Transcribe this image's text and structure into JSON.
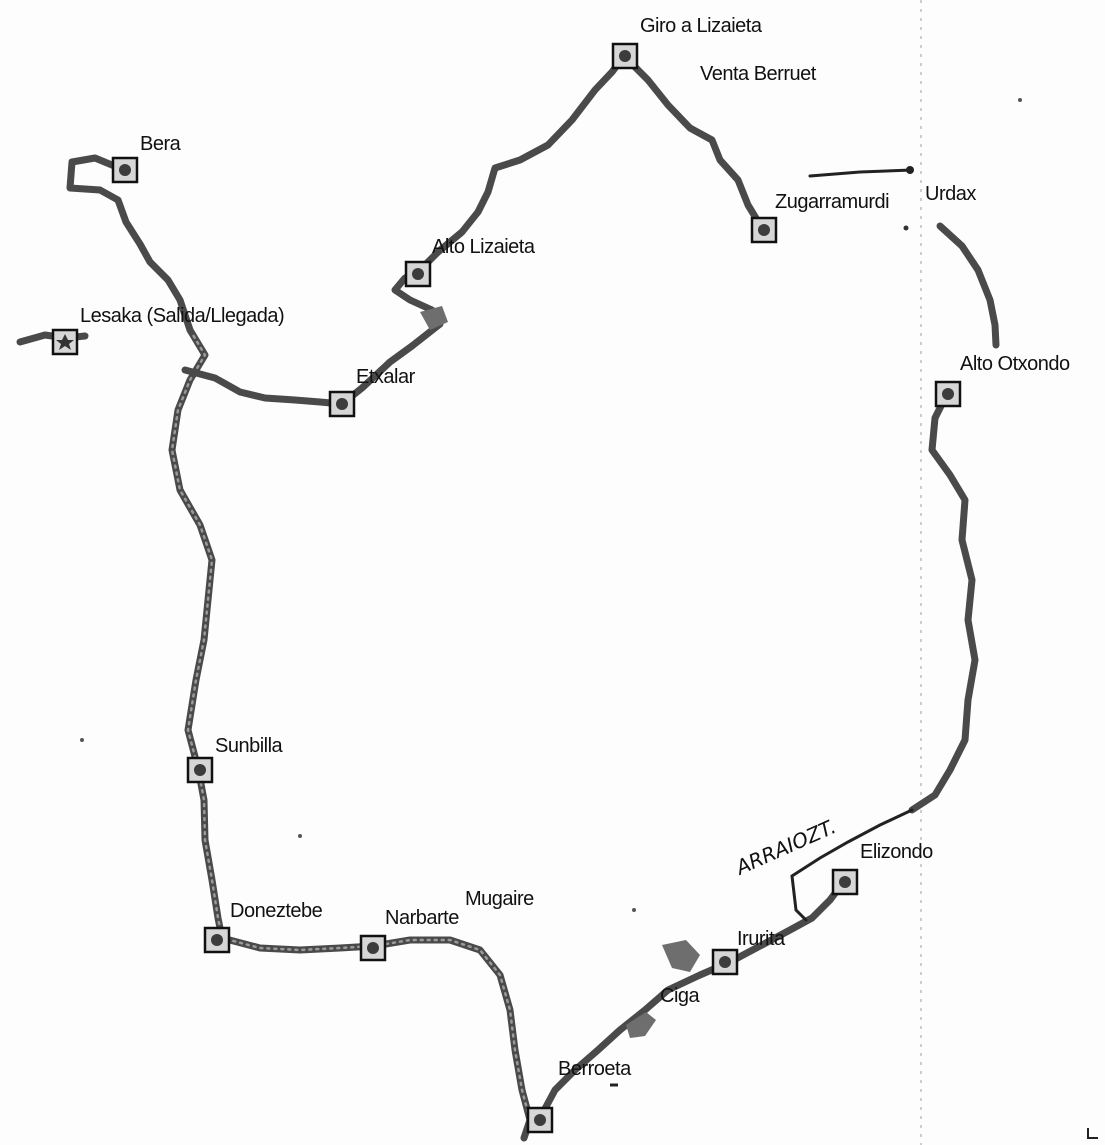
{
  "places": {
    "giro_a_lizaieta": "Giro a Lizaieta",
    "venta_berruet": "Venta Berruet",
    "bera": "Bera",
    "zugarramurdi": "Zugarramurdi",
    "urdax": "Urdax",
    "alto_lizaieta": "Alto Lizaieta",
    "lesaka": "Lesaka (Salida/Llegada)",
    "etxalar": "Etxalar",
    "alto_otxondo": "Alto Otxondo",
    "sunbilla": "Sunbilla",
    "elizondo": "Elizondo",
    "mugaire": "Mugaire",
    "doneztebe": "Doneztebe",
    "narbarte": "Narbarte",
    "irurita": "Irurita",
    "ciga": "Ciga",
    "berroeta": "Berroeta"
  },
  "annotations": {
    "handwritten": "ARRAIOZT."
  },
  "colors": {
    "route": "#4a4a4a",
    "marker": "#d6d6d6",
    "text": "#111111"
  },
  "icons": {
    "town_marker": "square-dot-icon",
    "start_marker": "star-marker-icon"
  }
}
